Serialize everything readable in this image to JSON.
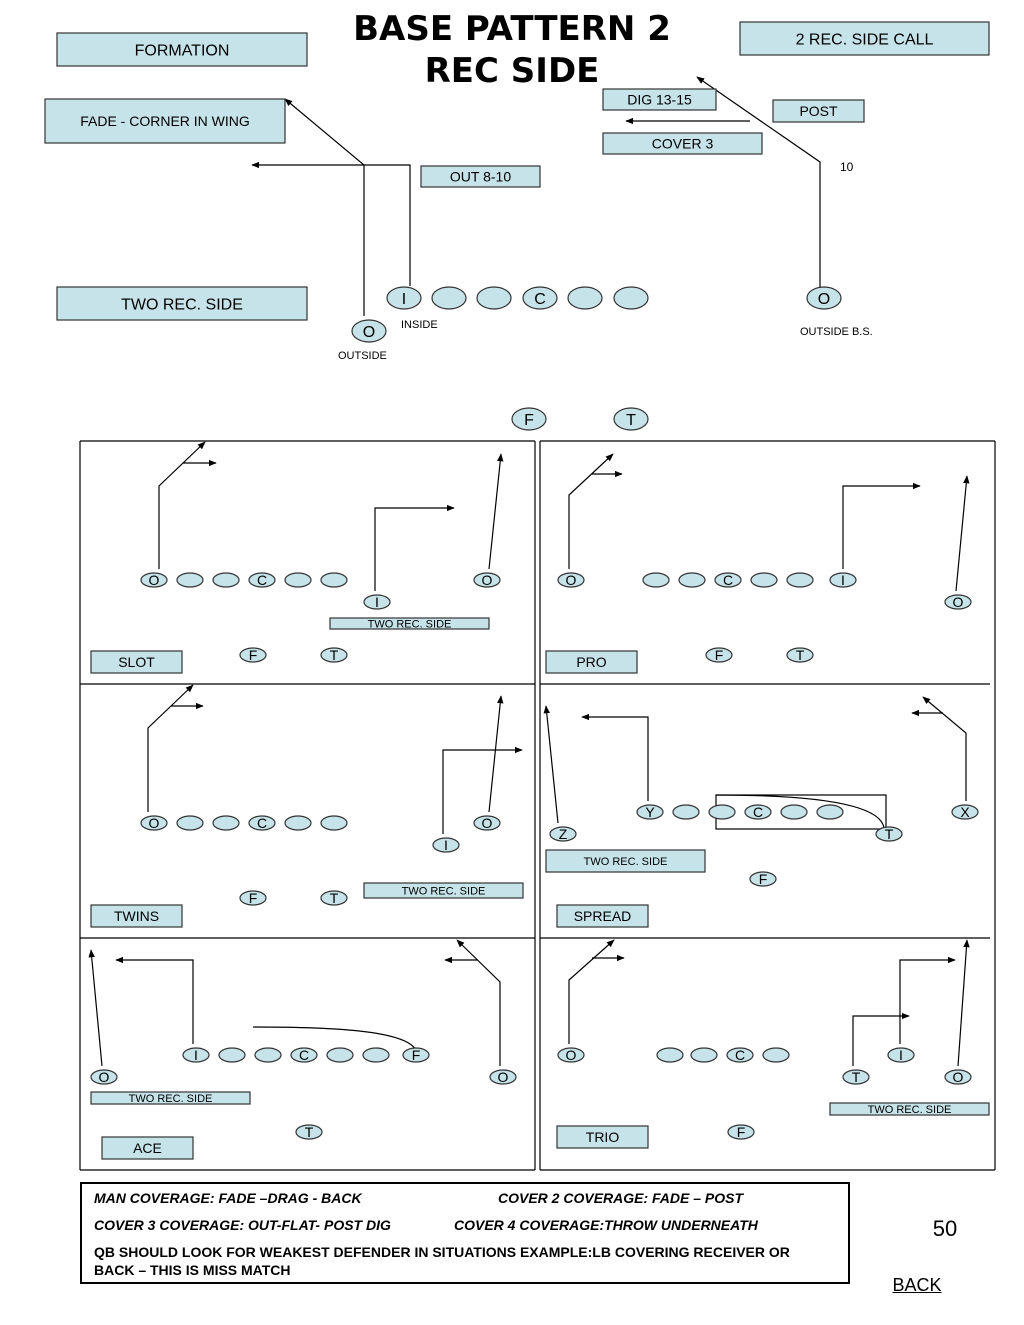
{
  "title_lines": [
    "BASE PATTERN 2",
    "REC SIDE"
  ],
  "top": {
    "boxes": [
      {
        "id": "formation",
        "text": "FORMATION"
      },
      {
        "id": "fade",
        "text": "FADE - CORNER IN WING"
      },
      {
        "id": "tworec",
        "text": "TWO REC. SIDE"
      },
      {
        "id": "out",
        "text": "OUT 8-10"
      },
      {
        "id": "call",
        "text": "2 REC. SIDE CALL"
      },
      {
        "id": "dig",
        "text": "DIG 13-15"
      },
      {
        "id": "post",
        "text": "POST"
      },
      {
        "id": "cover3",
        "text": "COVER 3"
      }
    ],
    "labels": {
      "ten": "10",
      "inside": "INSIDE",
      "outside": "OUTSIDE",
      "outside_bs": "OUTSIDE B.S."
    },
    "players": [
      "I",
      "",
      "",
      "C",
      "",
      "",
      "O",
      "O",
      "F",
      "T"
    ]
  },
  "panels": [
    {
      "formation": "SLOT",
      "side_label": "TWO REC. SIDE",
      "players": [
        "O",
        "",
        "",
        "C",
        "",
        "",
        "I",
        "O",
        "F",
        "T"
      ]
    },
    {
      "formation": "PRO",
      "side_label": "",
      "players": [
        "O",
        "",
        "",
        "C",
        "",
        "",
        "I",
        "O",
        "F",
        "T"
      ]
    },
    {
      "formation": "TWINS",
      "side_label": "TWO REC. SIDE",
      "players": [
        "O",
        "",
        "",
        "C",
        "",
        "",
        "I",
        "O",
        "F",
        "T"
      ]
    },
    {
      "formation": "SPREAD",
      "side_label": "TWO REC. SIDE",
      "players": [
        "Y",
        "",
        "",
        "C",
        "",
        "",
        "X",
        "Z",
        "T",
        "F"
      ]
    },
    {
      "formation": "ACE",
      "side_label": "TWO REC. SIDE",
      "players": [
        "I",
        "",
        "",
        "C",
        "",
        "",
        "F",
        "O",
        "O",
        "T"
      ]
    },
    {
      "formation": "TRIO",
      "side_label": "TWO REC. SIDE",
      "players": [
        "O",
        "",
        "",
        "C",
        "",
        "T",
        "I",
        "O",
        "F"
      ]
    }
  ],
  "notes": {
    "man": "MAN COVERAGE: FADE –DRAG - BACK",
    "cover2": "COVER 2 COVERAGE: FADE – POST",
    "cover3": "COVER 3 COVERAGE: OUT-FLAT- POST DIG",
    "cover4": "COVER 4 COVERAGE:THROW UNDERNEATH",
    "qb": "QB SHOULD LOOK FOR WEAKEST DEFENDER IN SITUATIONS EXAMPLE:LB COVERING RECEIVER OR BACK – THIS IS MISS MATCH"
  },
  "page_number": "50",
  "back_link": "BACK",
  "colors": {
    "box_fill": "#c6e3ea",
    "player_fill": "#c6e3ea",
    "line": "#000000"
  }
}
